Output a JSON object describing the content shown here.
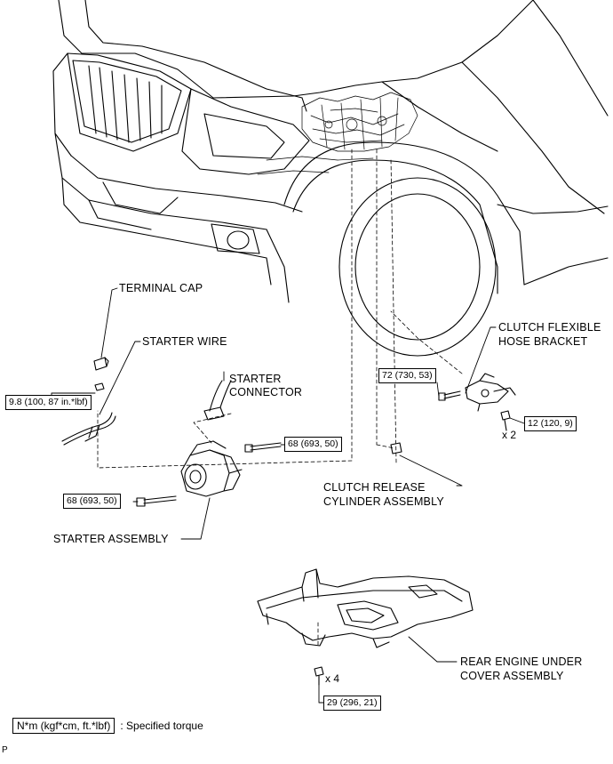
{
  "labels": {
    "terminal_cap": "TERMINAL CAP",
    "starter_wire": "STARTER WIRE",
    "starter_connector": [
      "STARTER",
      "CONNECTOR"
    ],
    "starter_assembly": "STARTER ASSEMBLY",
    "clutch_flexible_hose_bracket": [
      "CLUTCH FLEXIBLE",
      "HOSE BRACKET"
    ],
    "clutch_release_cylinder_assembly": [
      "CLUTCH RELEASE",
      "CYLINDER ASSEMBLY"
    ],
    "rear_engine_under_cover_assembly": [
      "REAR ENGINE UNDER",
      "COVER ASSEMBLY"
    ]
  },
  "torques": {
    "terminal_nut": "9.8 (100, 87 in.*lbf)",
    "starter_bolt_upper": "68 (693, 50)",
    "starter_bolt_lower": "68 (693, 50)",
    "hose_bracket_bolt": "72 (730, 53)",
    "release_cylinder_bolt": "12 (120, 9)",
    "under_cover_bolt": "29 (296, 21)"
  },
  "quantities": {
    "release_cylinder_bolt": "x 2",
    "under_cover_bolt": "x 4"
  },
  "legend": {
    "unit": "N*m (kgf*cm, ft.*lbf)",
    "description": ": Specified torque"
  },
  "corner_mark": "P"
}
